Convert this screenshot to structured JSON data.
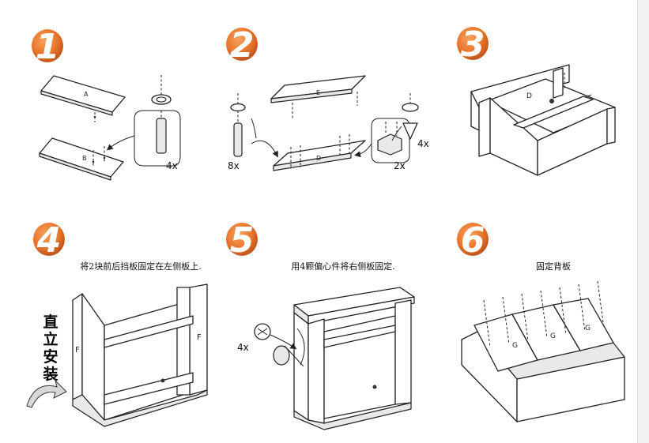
{
  "steps": [
    {
      "number": "1",
      "quantities": [
        "4x"
      ],
      "panel_labels": [
        "A",
        "B"
      ]
    },
    {
      "number": "2",
      "quantities": [
        "8x",
        "2x",
        "4x"
      ],
      "panel_labels": [
        "E",
        "D"
      ]
    },
    {
      "number": "3",
      "panel_labels": [
        "D"
      ]
    },
    {
      "number": "4",
      "caption": "将2块前后挡板固定在左侧板上.",
      "side_text": "直立安装",
      "panel_labels": [
        "F",
        "F"
      ]
    },
    {
      "number": "5",
      "caption": "用4颗偏心件将右侧板固定.",
      "quantities": [
        "4x"
      ]
    },
    {
      "number": "6",
      "caption": "固定背板",
      "panel_labels": [
        "G",
        "G",
        "G"
      ]
    }
  ],
  "colors": {
    "badge_orange": "#e8742a",
    "badge_dark": "#c0521a",
    "badge_text": "#ffffff",
    "line": "#222222"
  },
  "icons": [
    "curved-arrow-icon"
  ]
}
